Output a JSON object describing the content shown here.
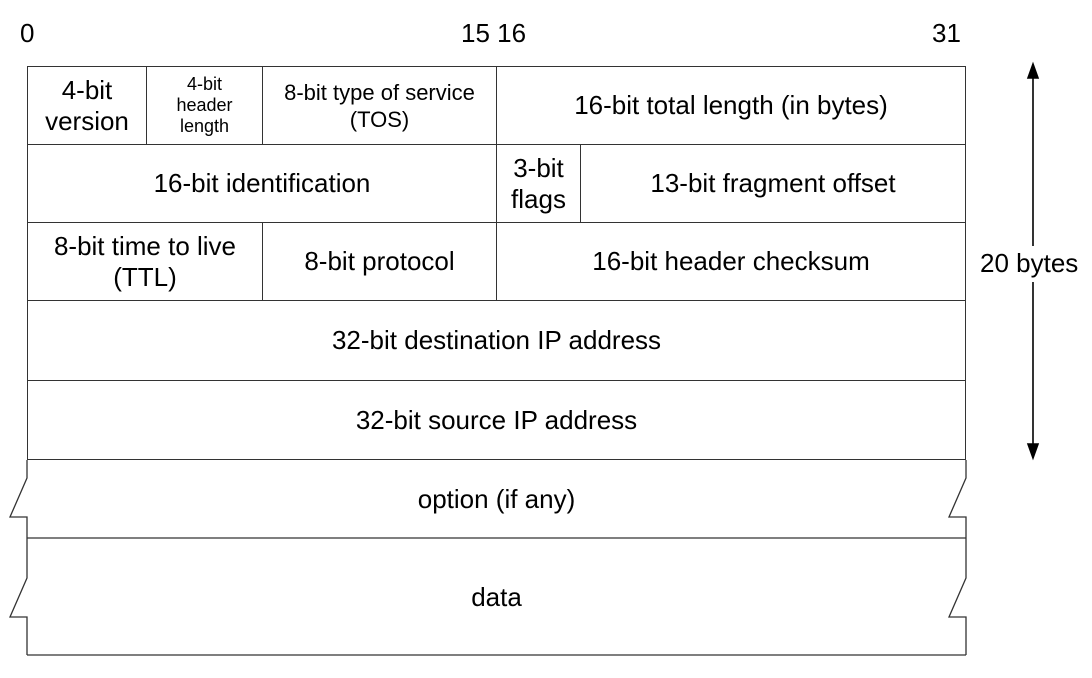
{
  "scale": {
    "start": "0",
    "mid": "15 16",
    "end": "31"
  },
  "rows": {
    "row1": {
      "version": "4-bit version",
      "version_l1": "4-bit",
      "version_l2": "version",
      "hlen_l1": "4-bit",
      "hlen_l2": "header",
      "hlen_l3": "length",
      "tos_l1": "8-bit type of service",
      "tos_l2": "(TOS)",
      "total_length": "16-bit total length (in bytes)"
    },
    "row2": {
      "identification": "16-bit identification",
      "flags_l1": "3-bit",
      "flags_l2": "flags",
      "fragment_offset": "13-bit fragment offset"
    },
    "row3": {
      "ttl_l1": "8-bit time to live",
      "ttl_l2": "(TTL)",
      "protocol": "8-bit protocol",
      "checksum": "16-bit header checksum"
    },
    "row4": {
      "dest": "32-bit destination IP address"
    },
    "row5": {
      "source": "32-bit source IP address"
    },
    "row6": {
      "option": "option (if any)"
    },
    "row7": {
      "data": "data"
    }
  },
  "size_label": "20 bytes"
}
